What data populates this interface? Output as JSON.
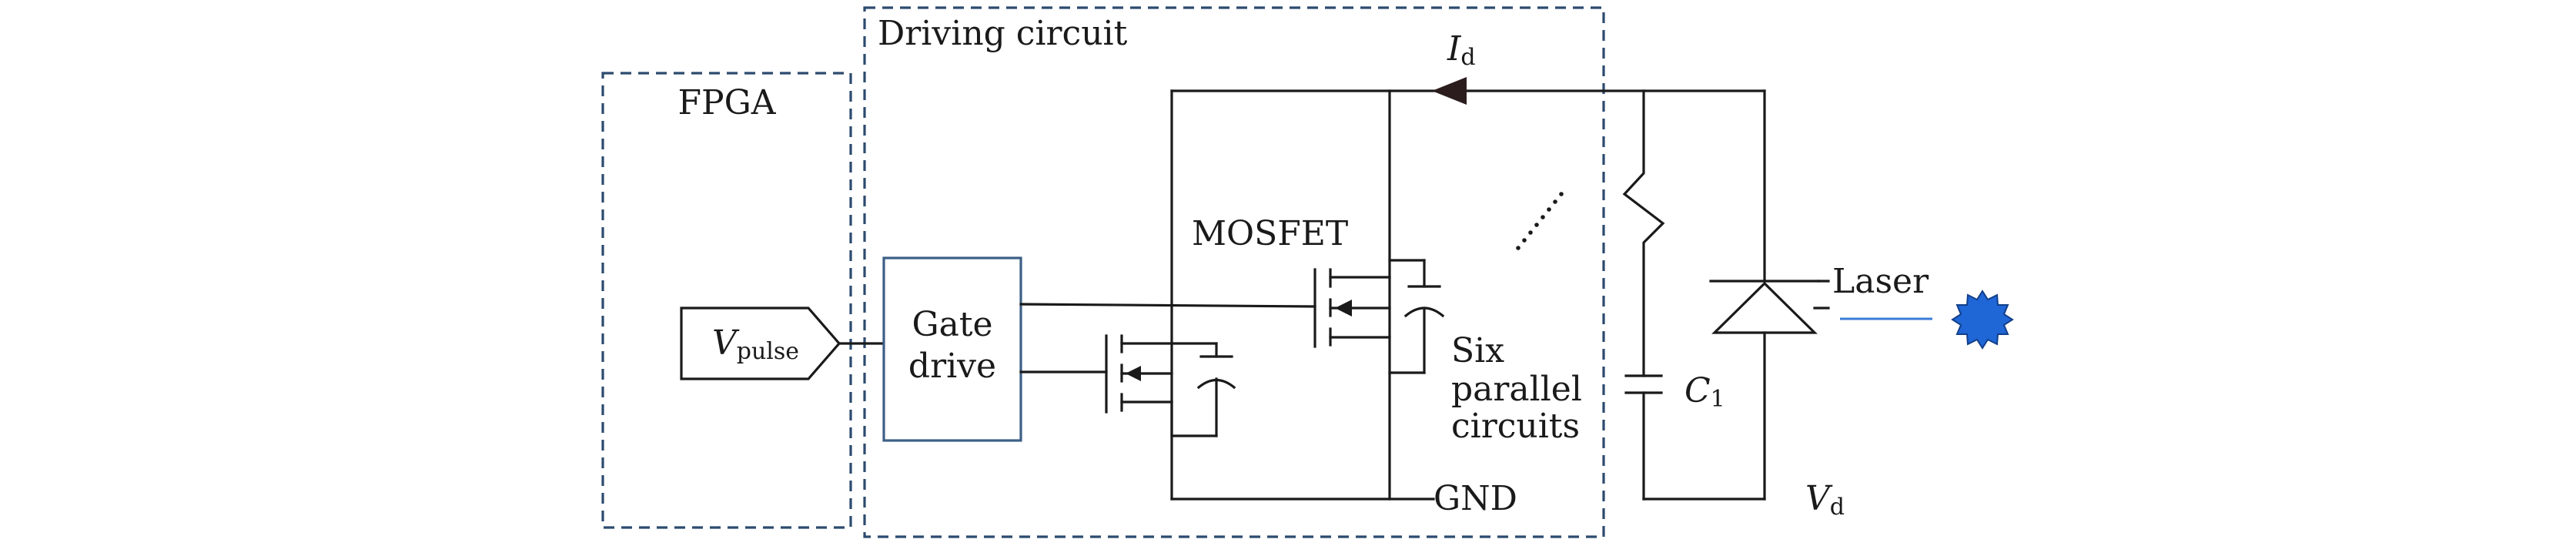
{
  "blocks": {
    "fpga_title": "FPGA",
    "driving_title": "Driving circuit",
    "pulse_symbol": "V",
    "pulse_sub": "pulse",
    "gate_line1": "Gate",
    "gate_line2": "drive"
  },
  "labels": {
    "mosfet": "MOSFET",
    "six_line1": "Six",
    "six_line2": "parallel",
    "six_line3": "circuits",
    "gnd": "GND",
    "current_symbol": "I",
    "current_sub": "d",
    "cap_symbol": "C",
    "cap_sub": "1",
    "laser": "Laser",
    "vd_symbol": "V",
    "vd_sub": "d"
  },
  "colors": {
    "wire": "#1a1a1a",
    "dashed_border": "#2c4a6e",
    "gate_box_border": "#3d5f86",
    "laser_beam": "#3b7bd4",
    "laser_burst": "#1f66d6",
    "arrow": "#2b1d1d"
  }
}
